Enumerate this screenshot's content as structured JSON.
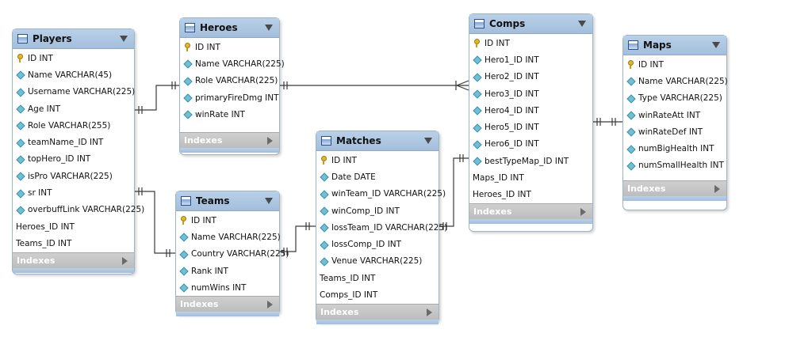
{
  "tables": {
    "players": {
      "title": "Players",
      "indexes_label": "Indexes",
      "columns": [
        {
          "name": "ID INT",
          "icon": "key-icon"
        },
        {
          "name": "Name VARCHAR(45)",
          "icon": "diamond-icon"
        },
        {
          "name": "Username VARCHAR(225)",
          "icon": "diamond-icon"
        },
        {
          "name": "Age INT",
          "icon": "diamond-icon"
        },
        {
          "name": "Role VARCHAR(255)",
          "icon": "diamond-icon"
        },
        {
          "name": "teamName_ID INT",
          "icon": "diamond-icon"
        },
        {
          "name": "topHero_ID INT",
          "icon": "diamond-icon"
        },
        {
          "name": "isPro VARCHAR(225)",
          "icon": "diamond-icon"
        },
        {
          "name": "sr INT",
          "icon": "diamond-icon"
        },
        {
          "name": "overbuffLink VARCHAR(225)",
          "icon": "diamond-icon"
        },
        {
          "name": "Heroes_ID INT",
          "icon": "none"
        },
        {
          "name": "Teams_ID INT",
          "icon": "none"
        }
      ]
    },
    "heroes": {
      "title": "Heroes",
      "indexes_label": "Indexes",
      "columns": [
        {
          "name": "ID INT",
          "icon": "key-icon"
        },
        {
          "name": "Name VARCHAR(225)",
          "icon": "diamond-icon"
        },
        {
          "name": "Role VARCHAR(225)",
          "icon": "diamond-icon"
        },
        {
          "name": "primaryFireDmg INT",
          "icon": "diamond-icon"
        },
        {
          "name": "winRate INT",
          "icon": "diamond-icon"
        }
      ]
    },
    "teams": {
      "title": "Teams",
      "indexes_label": "Indexes",
      "columns": [
        {
          "name": "ID INT",
          "icon": "key-icon"
        },
        {
          "name": "Name VARCHAR(225)",
          "icon": "diamond-icon"
        },
        {
          "name": "Country VARCHAR(225)",
          "icon": "diamond-icon"
        },
        {
          "name": "Rank INT",
          "icon": "diamond-icon"
        },
        {
          "name": "numWins INT",
          "icon": "diamond-icon"
        }
      ]
    },
    "matches": {
      "title": "Matches",
      "indexes_label": "Indexes",
      "columns": [
        {
          "name": "ID INT",
          "icon": "key-icon"
        },
        {
          "name": "Date DATE",
          "icon": "diamond-icon"
        },
        {
          "name": "winTeam_ID VARCHAR(225)",
          "icon": "diamond-icon"
        },
        {
          "name": "winComp_ID INT",
          "icon": "diamond-icon"
        },
        {
          "name": "lossTeam_ID VARCHAR(225)",
          "icon": "diamond-icon"
        },
        {
          "name": "lossComp_ID INT",
          "icon": "diamond-icon"
        },
        {
          "name": "Venue VARCHAR(225)",
          "icon": "diamond-icon"
        },
        {
          "name": "Teams_ID INT",
          "icon": "none"
        },
        {
          "name": "Comps_ID INT",
          "icon": "none"
        }
      ]
    },
    "comps": {
      "title": "Comps",
      "indexes_label": "Indexes",
      "columns": [
        {
          "name": "ID INT",
          "icon": "key-icon"
        },
        {
          "name": "Hero1_ID INT",
          "icon": "diamond-icon"
        },
        {
          "name": "Hero2_ID INT",
          "icon": "diamond-icon"
        },
        {
          "name": "Hero3_ID INT",
          "icon": "diamond-icon"
        },
        {
          "name": "Hero4_ID INT",
          "icon": "diamond-icon"
        },
        {
          "name": "Hero5_ID INT",
          "icon": "diamond-icon"
        },
        {
          "name": "Hero6_ID INT",
          "icon": "diamond-icon"
        },
        {
          "name": "bestTypeMap_ID INT",
          "icon": "diamond-icon"
        },
        {
          "name": "Maps_ID INT",
          "icon": "none"
        },
        {
          "name": "Heroes_ID INT",
          "icon": "none"
        }
      ]
    },
    "maps": {
      "title": "Maps",
      "indexes_label": "Indexes",
      "columns": [
        {
          "name": "ID INT",
          "icon": "key-icon"
        },
        {
          "name": "Name VARCHAR(225)",
          "icon": "diamond-icon"
        },
        {
          "name": "Type VARCHAR(225)",
          "icon": "diamond-icon"
        },
        {
          "name": "winRateAtt INT",
          "icon": "diamond-icon"
        },
        {
          "name": "winRateDef INT",
          "icon": "diamond-icon"
        },
        {
          "name": "numBigHealth INT",
          "icon": "diamond-icon"
        },
        {
          "name": "numSmallHealth INT",
          "icon": "diamond-icon"
        }
      ]
    }
  },
  "relationships": [
    {
      "from": "Players",
      "to": "Heroes",
      "cardinality": "one-to-one"
    },
    {
      "from": "Players",
      "to": "Teams",
      "cardinality": "one-to-one"
    },
    {
      "from": "Heroes",
      "to": "Comps",
      "cardinality": "one-to-many"
    },
    {
      "from": "Teams",
      "to": "Matches",
      "cardinality": "one-to-one"
    },
    {
      "from": "Matches",
      "to": "Comps",
      "cardinality": "one-to-one"
    },
    {
      "from": "Comps",
      "to": "Maps",
      "cardinality": "one-to-one"
    }
  ],
  "colors": {
    "header": "#a3bedc",
    "connector": "#3a3a3a",
    "indexes_bar": "#bdbdbd"
  }
}
